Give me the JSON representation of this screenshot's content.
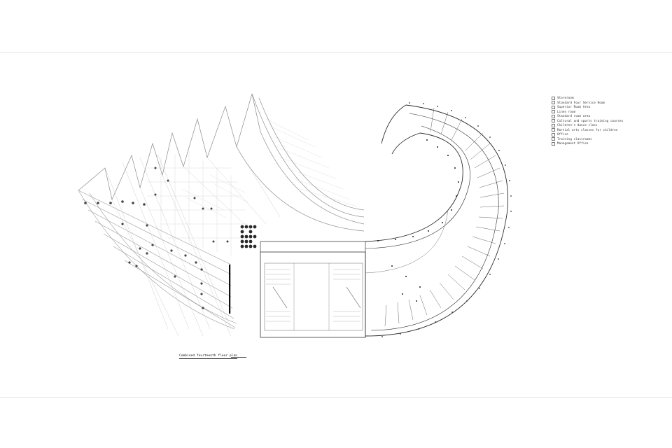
{
  "legend": {
    "items": [
      {
        "label": "Storeroom"
      },
      {
        "label": "Standard Four Service Room"
      },
      {
        "label": "Superior Room Area"
      },
      {
        "label": "Linen room"
      },
      {
        "label": "Standard room area"
      },
      {
        "label": "Cultural and sports training courses"
      },
      {
        "label": "Children's dance class"
      },
      {
        "label": "Martial arts classes for children"
      },
      {
        "label": "Office"
      },
      {
        "label": "Training classrooms"
      },
      {
        "label": "Management Office"
      }
    ]
  },
  "caption": {
    "title": "Combined fourteenth floor plan"
  },
  "colors": {
    "line": "#555555",
    "light_line": "#bdbdbd",
    "dark": "#1a1a1a"
  }
}
